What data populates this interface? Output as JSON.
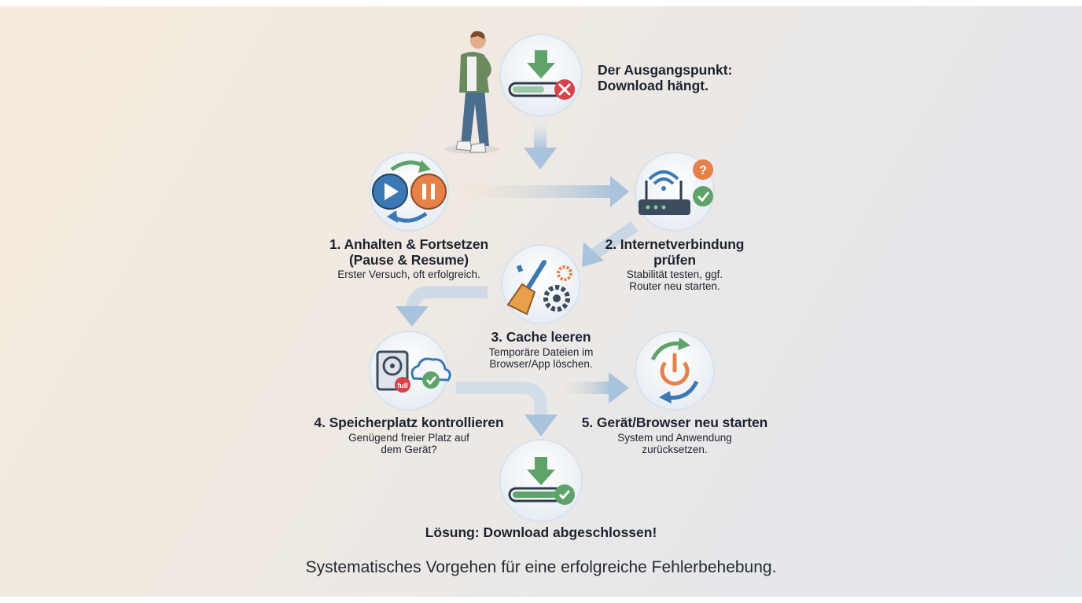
{
  "start": {
    "line1": "Der Ausgangspunkt:",
    "line2": "Download hängt."
  },
  "steps": [
    {
      "title1": "1. Anhalten & Fortsetzen",
      "title2": "(Pause & Resume)",
      "desc1": "Erster Versuch, oft erfolgreich.",
      "desc2": ""
    },
    {
      "title1": "2. Internetverbindung",
      "title2": "prüfen",
      "desc1": "Stabilität testen, ggf.",
      "desc2": "Router neu starten."
    },
    {
      "title1": "3. Cache leeren",
      "title2": "",
      "desc1": "Temporäre Dateien im",
      "desc2": "Browser/App löschen."
    },
    {
      "title1": "4. Speicherplatz kontrollieren",
      "title2": "",
      "desc1": "Genügend freier Platz auf",
      "desc2": "dem Gerät?"
    },
    {
      "title1": "5. Gerät/Browser neu starten",
      "title2": "",
      "desc1": "System und Anwendung",
      "desc2": "zurücksetzen."
    }
  ],
  "solution": "Lösung: Download abgeschlossen!",
  "caption": "Systematisches Vorgehen für eine erfolgreiche Fehlerbehebung.",
  "icons": {
    "start": "download-error-icon",
    "step1": "pause-resume-icon",
    "step2": "router-wifi-icon",
    "step3": "broom-gear-icon",
    "step4": "storage-full-icon",
    "step5": "power-restart-icon",
    "solution": "download-complete-icon",
    "person": "thinking-person-icon",
    "full_badge": "full"
  },
  "colors": {
    "green": "#5fa36a",
    "red": "#d9414b",
    "orange": "#e8804a",
    "blue": "#3b78b5",
    "arrow": "#b8cde2"
  }
}
